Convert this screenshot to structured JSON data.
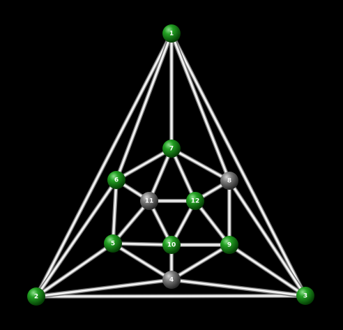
{
  "graph": {
    "background": "#000000",
    "edge_color": "#d8d8d8",
    "node_colors": {
      "green": "#1a8f1a",
      "gray": "#6e6e6e"
    },
    "nodes": [
      {
        "id": "1",
        "label": "1",
        "color": "green"
      },
      {
        "id": "2",
        "label": "2",
        "color": "green"
      },
      {
        "id": "3",
        "label": "3",
        "color": "green"
      },
      {
        "id": "4",
        "label": "4",
        "color": "gray"
      },
      {
        "id": "5",
        "label": "5",
        "color": "green"
      },
      {
        "id": "6",
        "label": "6",
        "color": "green"
      },
      {
        "id": "7",
        "label": "7",
        "color": "green"
      },
      {
        "id": "8",
        "label": "8",
        "color": "gray"
      },
      {
        "id": "9",
        "label": "9",
        "color": "green"
      },
      {
        "id": "10",
        "label": "10",
        "color": "green"
      },
      {
        "id": "11",
        "label": "11",
        "color": "gray"
      },
      {
        "id": "12",
        "label": "12",
        "color": "green"
      }
    ],
    "edges": [
      [
        "1",
        "2"
      ],
      [
        "1",
        "3"
      ],
      [
        "1",
        "7"
      ],
      [
        "1",
        "6"
      ],
      [
        "1",
        "8"
      ],
      [
        "2",
        "3"
      ],
      [
        "2",
        "6"
      ],
      [
        "2",
        "5"
      ],
      [
        "2",
        "4"
      ],
      [
        "3",
        "8"
      ],
      [
        "3",
        "9"
      ],
      [
        "3",
        "4"
      ],
      [
        "7",
        "6"
      ],
      [
        "7",
        "8"
      ],
      [
        "7",
        "11"
      ],
      [
        "7",
        "12"
      ],
      [
        "6",
        "11"
      ],
      [
        "6",
        "5"
      ],
      [
        "8",
        "12"
      ],
      [
        "8",
        "9"
      ],
      [
        "11",
        "12"
      ],
      [
        "11",
        "5"
      ],
      [
        "11",
        "10"
      ],
      [
        "12",
        "10"
      ],
      [
        "12",
        "9"
      ],
      [
        "5",
        "10"
      ],
      [
        "5",
        "4"
      ],
      [
        "10",
        "9"
      ],
      [
        "10",
        "4"
      ],
      [
        "9",
        "4"
      ]
    ]
  }
}
